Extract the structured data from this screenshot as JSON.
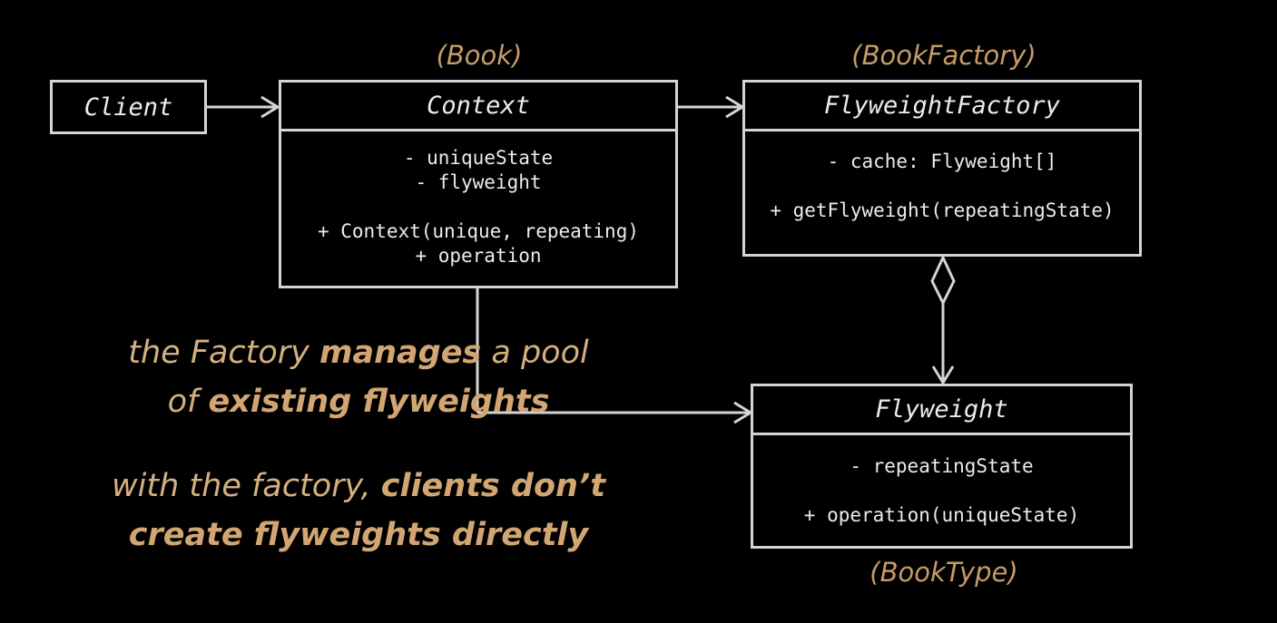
{
  "stereotypes": {
    "context": "(Book)",
    "factory": "(BookFactory)",
    "flyweight": "(BookType)"
  },
  "boxes": {
    "client": {
      "title": "Client"
    },
    "context": {
      "title": "Context",
      "attributes": [
        "- uniqueState",
        "- flyweight"
      ],
      "methods": [
        "+ Context(unique, repeating)",
        "+ operation"
      ]
    },
    "factory": {
      "title": "FlyweightFactory",
      "attributes": [
        "- cache: Flyweight[]"
      ],
      "methods": [
        "+ getFlyweight(repeatingState)"
      ]
    },
    "flyweight": {
      "title": "Flyweight",
      "attributes": [
        "- repeatingState"
      ],
      "methods": [
        "+ operation(uniqueState)"
      ]
    }
  },
  "captions": {
    "first": {
      "line1_pre": "the Factory ",
      "line1_bold": "manages",
      "line1_post": " a pool",
      "line2_pre": "of ",
      "line2_bold": "existing flyweights"
    },
    "second": {
      "line1_pre": "with the factory, ",
      "line1_bold": "clients don’t",
      "line2_bold": "create flyweights directly"
    }
  },
  "colors": {
    "background": "#000000",
    "box_border": "#d4d4d4",
    "accent": "#c79a66"
  }
}
